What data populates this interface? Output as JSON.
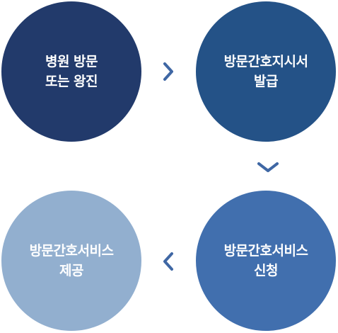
{
  "process": {
    "steps": [
      {
        "line1": "병원 방문",
        "line2": "또는 왕진"
      },
      {
        "line1": "방문간호지시서",
        "line2": "발급"
      },
      {
        "line1": "방문간호서비스",
        "line2": "신청"
      },
      {
        "line1": "방문간호서비스",
        "line2": "제공"
      }
    ],
    "icons": {
      "step1_to_step2": "chevron-right-icon",
      "step2_to_step3": "chevron-down-icon",
      "step3_to_step4": "chevron-left-icon"
    }
  },
  "colors": {
    "step1": "#223a6b",
    "step2": "#245287",
    "step3": "#416fae",
    "step4": "#92afcf",
    "arrow": "#3f67a4",
    "text": "#ffffff"
  }
}
